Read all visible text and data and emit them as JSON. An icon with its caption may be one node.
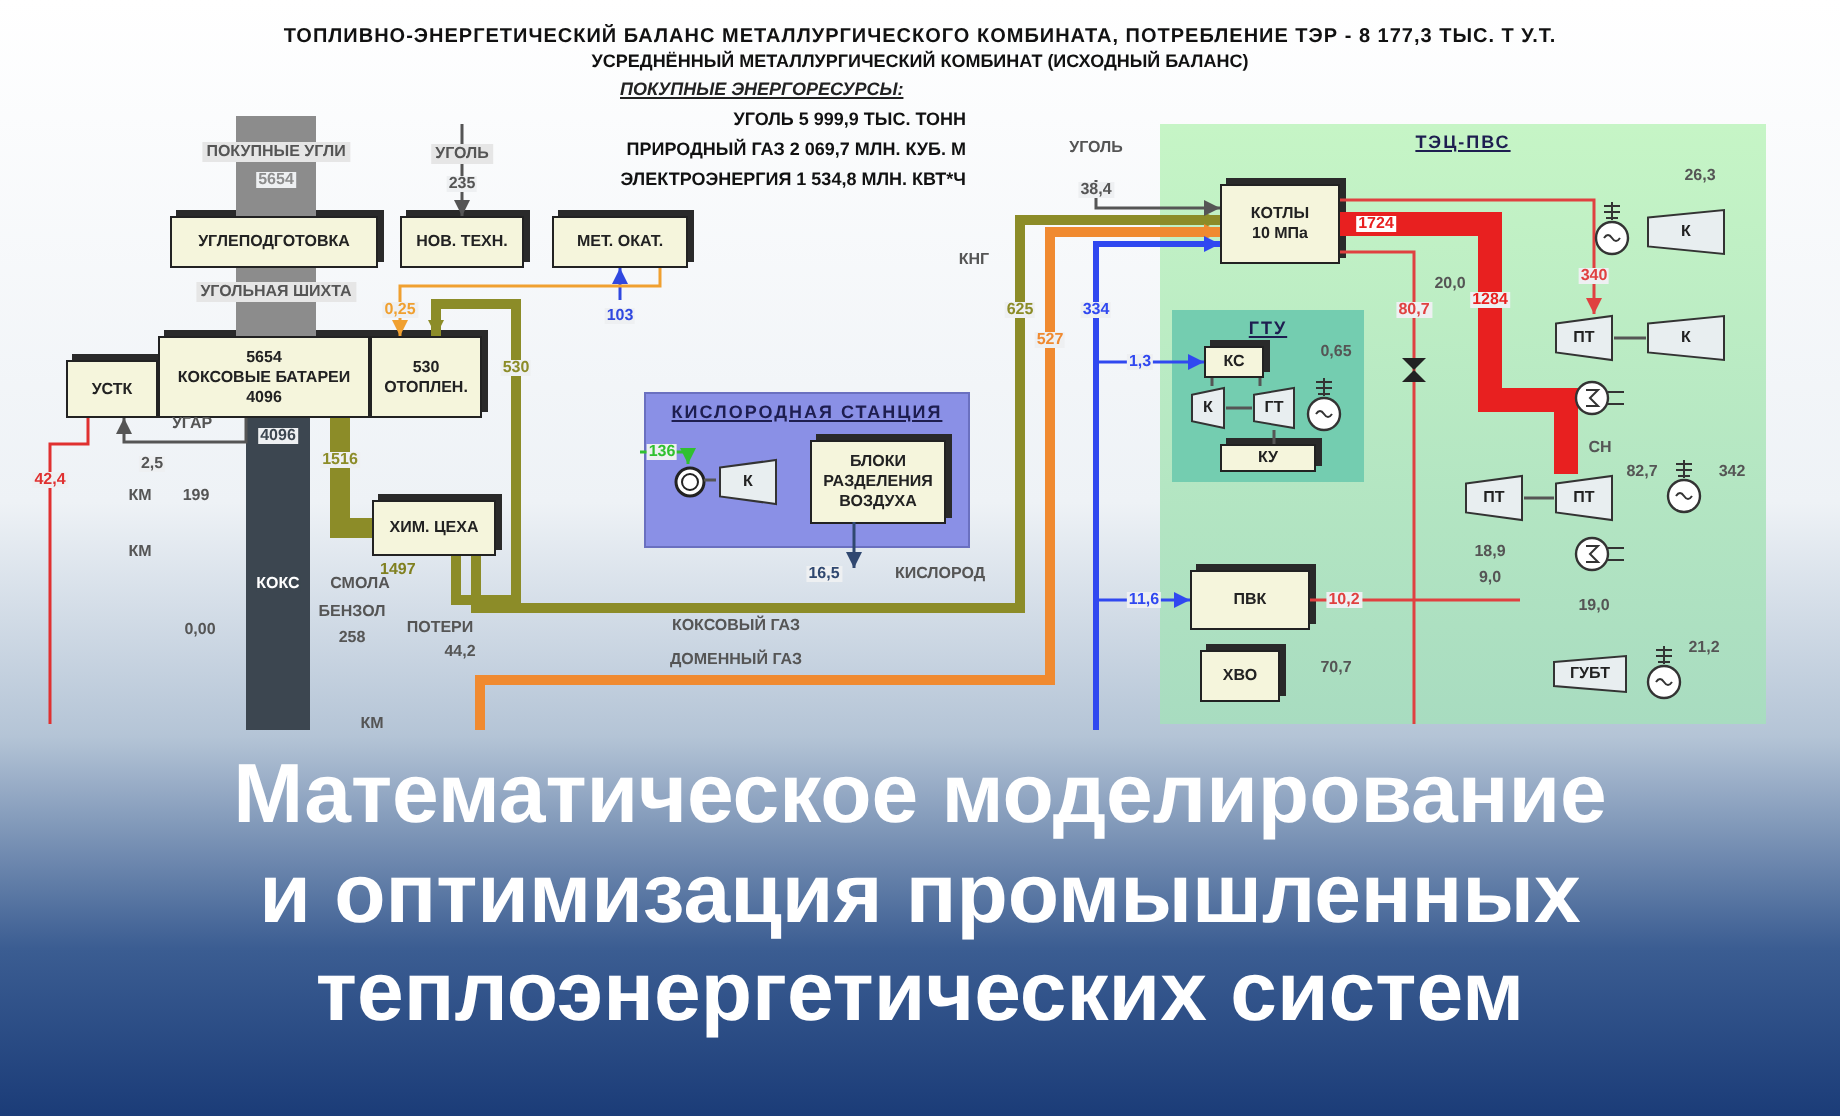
{
  "diagram": {
    "title": "ТОПЛИВНО-ЭНЕРГЕТИЧЕСКИЙ БАЛАНС МЕТАЛЛУРГИЧЕСКОГО КОМБИНАТА, ПОТРЕБЛЕНИЕ ТЭР - 8 177,3 ТЫС. Т У.Т.",
    "caption": "Математическое моделирование и оптимизация промышленных теплоэнергетических систем",
    "nodes": [
      {
        "text": [
          "УГЛЕПОДГОТОВКА"
        ]
      },
      {
        "text": [
          "НОВ. ТЕХН."
        ]
      },
      {
        "text": [
          "МЕТ. ОКАТ."
        ]
      },
      {
        "text": [
          "УСТК"
        ]
      },
      {
        "text": [
          "5654",
          "КОКСОВЫЕ БАТАРЕИ",
          "4096"
        ]
      },
      {
        "text": [
          "530",
          "ОТОПЛЕН."
        ]
      },
      {
        "text": [
          "ХИМ. ЦЕХА"
        ],
        "beside": [
          "1497"
        ]
      },
      {
        "text": [
          "КИСЛОРОДНАЯ СТАНЦИЯ"
        ]
      },
      {
        "text": [
          "БЛОКИ РАЗДЕЛЕНИЯ ВОЗДУХА"
        ],
        "in": 7
      },
      {
        "text": [
          "К"
        ],
        "in": 7
      },
      {
        "text": [
          "ТЭЦ-ПВС"
        ]
      },
      {
        "text": [
          "КОТЛЫ 10 МПа"
        ],
        "in": 10
      },
      {
        "text": [
          "ГТУ"
        ],
        "in": 10
      },
      {
        "text": [
          "КС"
        ],
        "in": 12
      },
      {
        "text": [
          "К"
        ],
        "in": 12
      },
      {
        "text": [
          "ГТ"
        ],
        "in": 12
      },
      {
        "text": [
          "КУ"
        ],
        "in": 12
      },
      {
        "text": [
          "К"
        ],
        "in": 10
      },
      {
        "text": [
          "ПТ"
        ],
        "in": 10
      },
      {
        "text": [
          "К"
        ],
        "in": 10
      },
      {
        "text": [
          "ПТ"
        ],
        "in": 10
      },
      {
        "text": [
          "ПТ"
        ],
        "in": 10
      },
      {
        "text": [
          "ПВК"
        ],
        "in": 10
      },
      {
        "text": [
          "ХВО"
        ],
        "in": 10
      },
      {
        "text": [
          "ГУБТ"
        ],
        "in": 10
      },
      {
        "text": [],
        "shape": "circle",
        "in": 7
      }
    ],
    "edges": [
      {
        "from": null,
        "to": 0,
        "arrow": "none",
        "label": "5654",
        "style": "thick",
        "color": "#8c8c8c"
      },
      {
        "from": 0,
        "to": 4,
        "arrow": "to",
        "style": "thick",
        "color": "#8c8c8c"
      },
      {
        "from": null,
        "to": 1,
        "arrow": "to",
        "label": "235"
      },
      {
        "from": null,
        "to": 2,
        "arrow": "to",
        "label": "103",
        "color": "#3048e0"
      },
      {
        "from": 4,
        "to": null,
        "arrow": "none",
        "label": "4096",
        "style": "thick",
        "color": "#3c4650"
      },
      {
        "from": 4,
        "to": 6,
        "arrow": "to",
        "label": "1516",
        "style": "thick",
        "color": "#8c8c28"
      },
      {
        "from": 2,
        "to": 5,
        "arrow": "to",
        "label": "0,25",
        "color": "#f0a030"
      },
      {
        "from": 6,
        "to": 5,
        "arrow": "to",
        "label": "530",
        "style": "thick",
        "color": "#8c8c28"
      },
      {
        "from": 6,
        "to": 11,
        "arrow": "to",
        "label": "625",
        "style": "thick",
        "color": "#8c8c28"
      },
      {
        "from": null,
        "to": 11,
        "arrow": "to",
        "label": "527",
        "style": "thick",
        "color": "#f08a30"
      },
      {
        "from": null,
        "to": 11,
        "arrow": "to",
        "label": "334",
        "style": "thick",
        "color": "#3048f0"
      },
      {
        "from": null,
        "to": 11,
        "arrow": "to",
        "label": "38,4"
      },
      {
        "from": null,
        "to": 13,
        "arrow": "to",
        "label": "1,3",
        "color": "#3048f0"
      },
      {
        "from": null,
        "to": 22,
        "arrow": "to",
        "label": "11,6",
        "color": "#3048f0"
      },
      {
        "from": 11,
        "to": 21,
        "arrow": "to",
        "label": "1284",
        "style": "thick",
        "color": "#e82020"
      },
      {
        "from": 11,
        "to": 18,
        "arrow": "to",
        "label": "340",
        "color": "#e04040"
      },
      {
        "from": 11,
        "to": null,
        "arrow": "none",
        "label": "80,7",
        "color": "#e04040"
      },
      {
        "from": 13,
        "to": 14,
        "arrow": "none"
      },
      {
        "from": 13,
        "to": 15,
        "arrow": "none"
      },
      {
        "from": 14,
        "to": 15,
        "arrow": "none"
      },
      {
        "from": 15,
        "to": 16,
        "arrow": "none"
      },
      {
        "from": 18,
        "to": 19,
        "arrow": "none"
      },
      {
        "from": 20,
        "to": 21,
        "arrow": "none"
      },
      {
        "from": 22,
        "to": null,
        "arrow": "none",
        "label": "10,2",
        "color": "#e04040"
      },
      {
        "from": null,
        "to": 25,
        "arrow": "to",
        "label": "136",
        "color": "#30c030"
      },
      {
        "from": 8,
        "to": null,
        "arrow": "to",
        "label": "16,5",
        "color": "#304870"
      },
      {
        "from": 25,
        "to": 9,
        "arrow": "none"
      },
      {
        "from": 4,
        "to": 3,
        "arrow": "to",
        "label": "2,5"
      },
      {
        "from": 3,
        "to": null,
        "arrow": "none",
        "label": "42,4",
        "color": "#e03030"
      }
    ],
    "labels": [
      "УСРЕДНЁННЫЙ МЕТАЛЛУРГИЧЕСКИЙ КОМБИНАТ (ИСХОДНЫЙ БАЛАНС)",
      "ПОКУПНЫЕ ЭНЕРГОРЕСУРСЫ:",
      "УГОЛЬ 5 999,9 ТЫС. ТОНН",
      "ПРИРОДНЫЙ ГАЗ 2 069,7 МЛН. КУБ. М",
      "ЭЛЕКТРОЭНЕРГИЯ 1 534,8 МЛН. КВТ*Ч",
      "ПОКУПНЫЕ УГЛИ",
      "УГОЛЬ",
      "УГОЛЬНАЯ ШИХТА",
      "УГАР",
      "КМ",
      "199",
      "КМ",
      "0,00",
      "КОКС",
      "СМОЛА",
      "БЕНЗОЛ",
      "258",
      "ПОТЕРИ",
      "44,2",
      "КОКСОВЫЙ ГАЗ",
      "ДОМЕННЫЙ ГАЗ",
      "КИСЛОРОД",
      "КНГ",
      "УГОЛЬ",
      "1724",
      "20,0",
      "0,65",
      "26,3",
      "СН",
      "82,7",
      "342",
      "18,9",
      "9,0",
      "19,0",
      "70,7",
      "21,2",
      "КМ"
    ]
  }
}
